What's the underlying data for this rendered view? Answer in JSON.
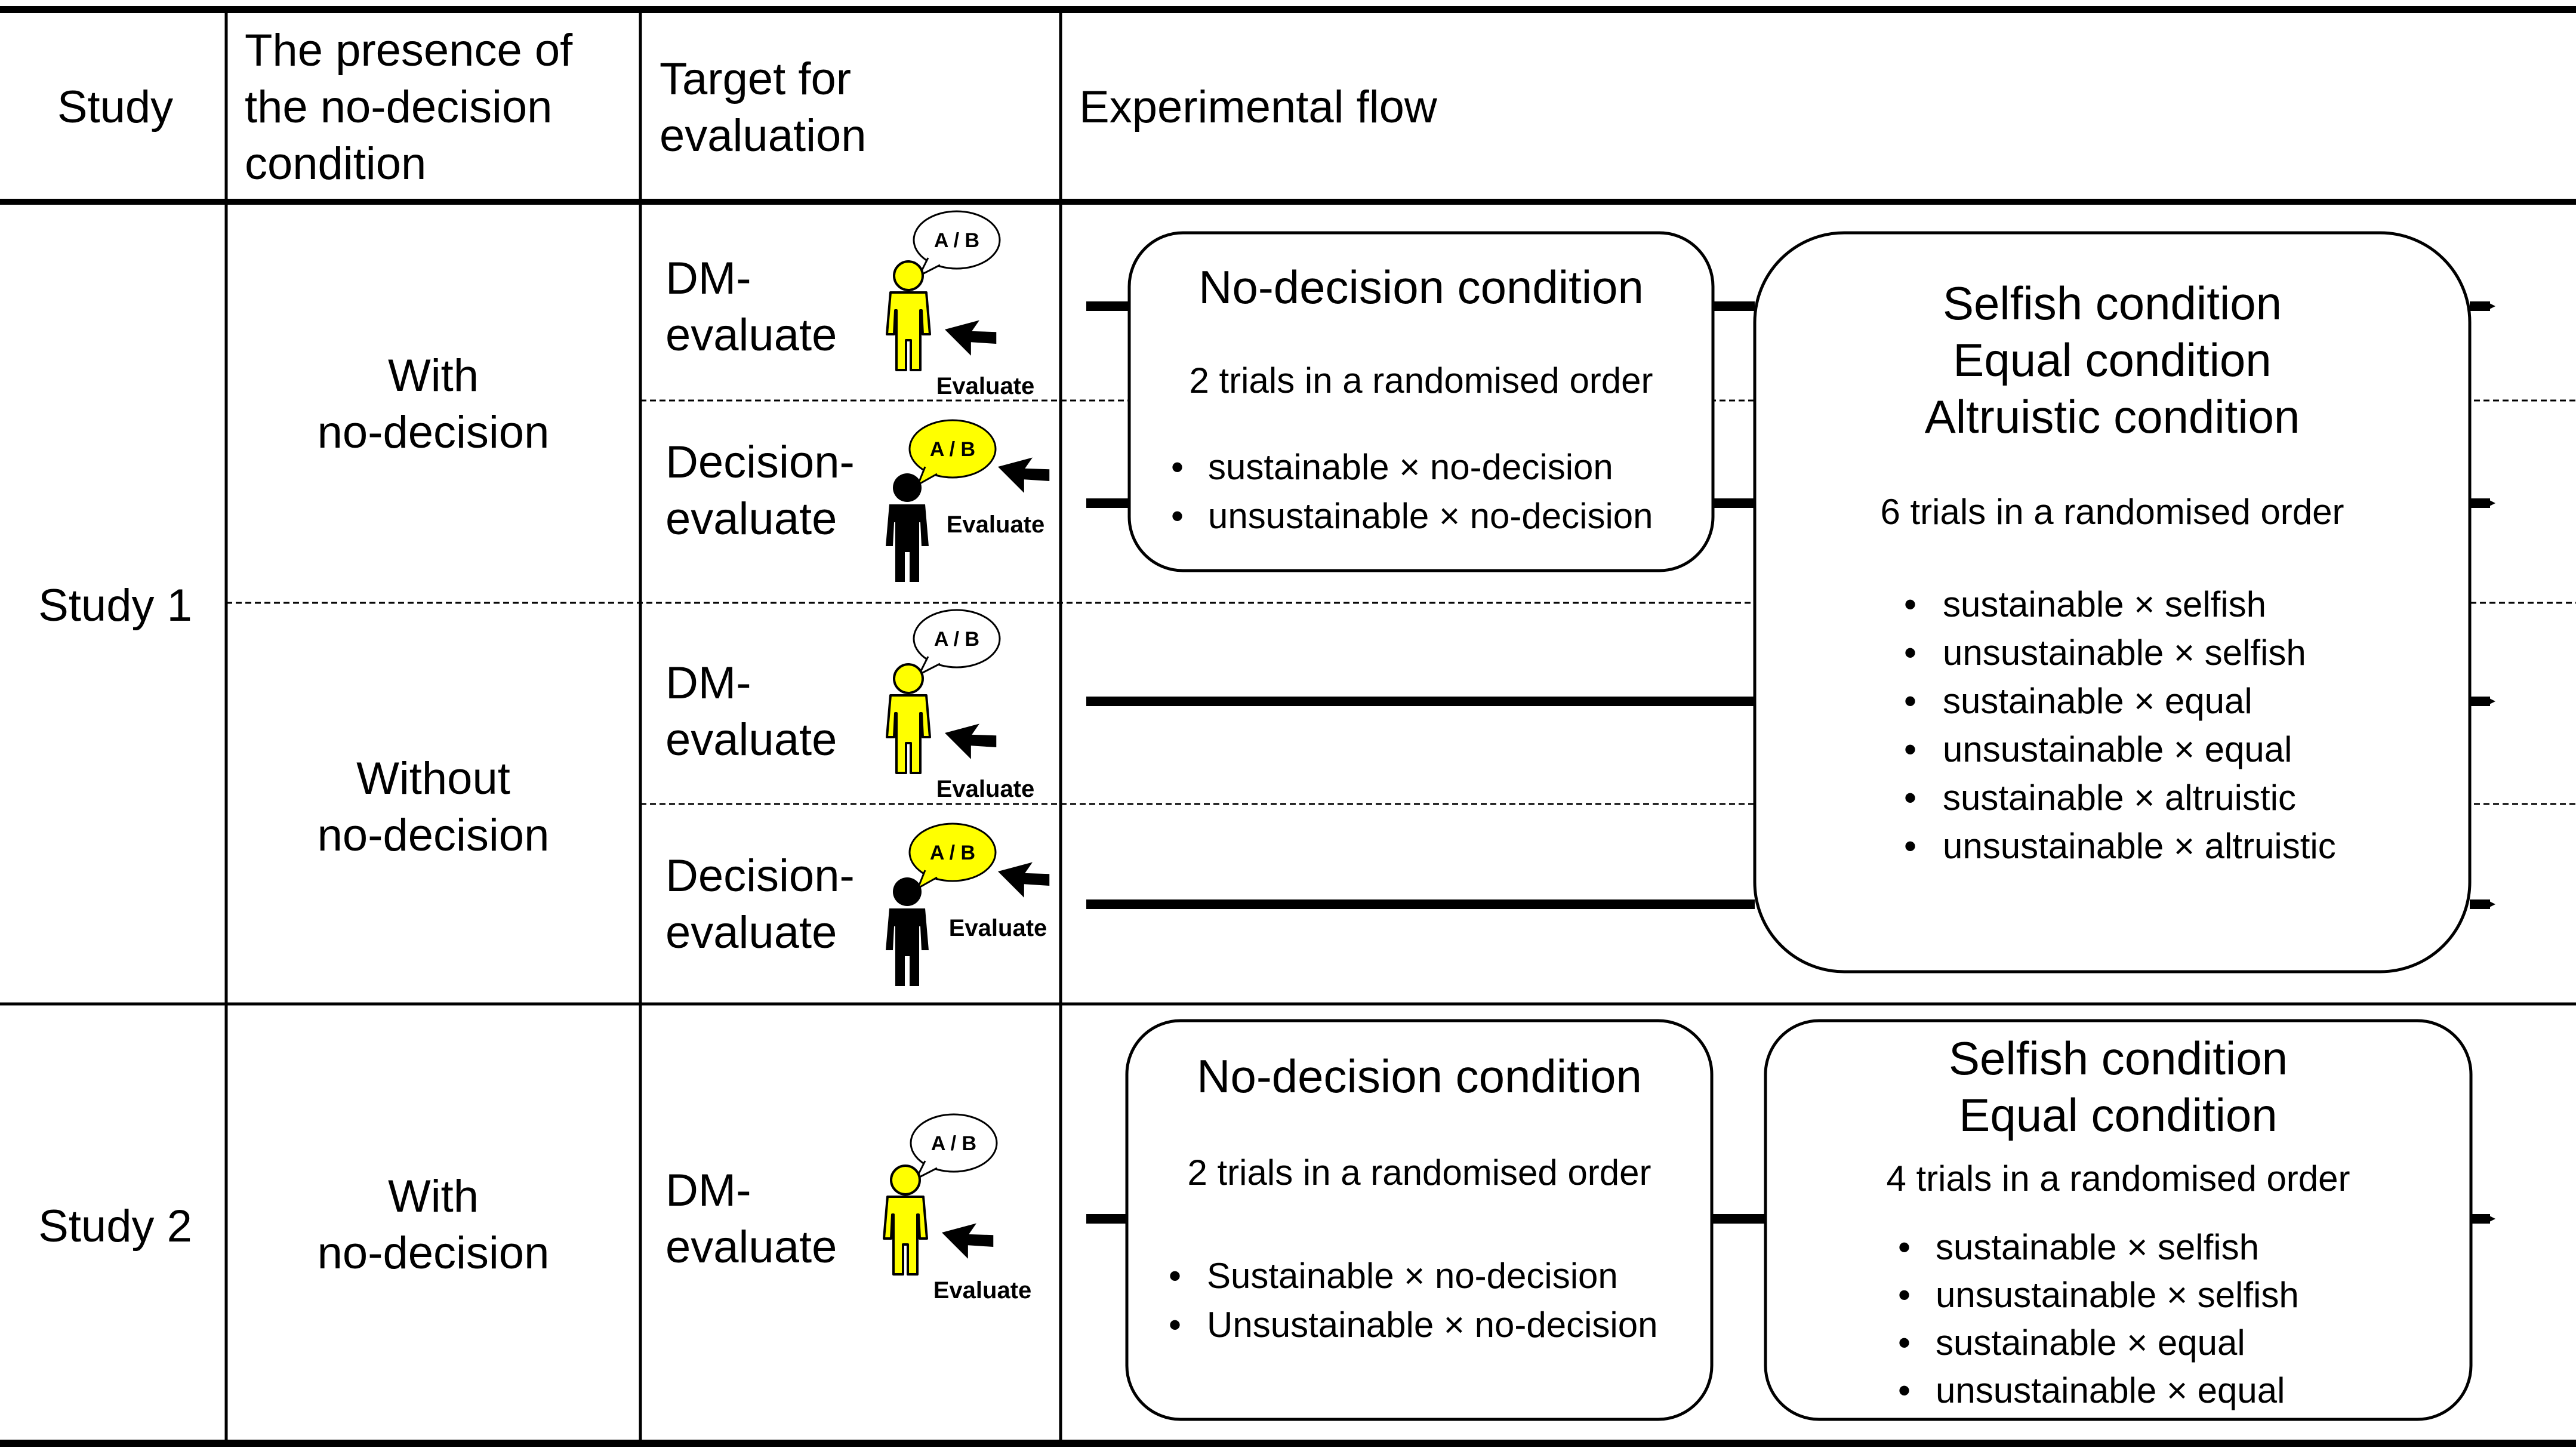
{
  "header": {
    "study": "Study",
    "presence": [
      "The presence of",
      "the no-decision",
      "condition"
    ],
    "target": [
      "Target for",
      "evaluation"
    ],
    "flow": "Experimental flow"
  },
  "studies": {
    "study1": "Study 1",
    "study2": "Study 2"
  },
  "presence": {
    "with": [
      "With",
      "no-decision"
    ],
    "without": [
      "Without",
      "no-decision"
    ]
  },
  "targets": {
    "dm": [
      "DM-",
      "evaluate"
    ],
    "decision": [
      "Decision-",
      "evaluate"
    ]
  },
  "icons": {
    "bubble": "A / B",
    "evaluate": "Evaluate",
    "dm_color": "#ffff00",
    "decision_color": "#000000"
  },
  "study1_nodecision": {
    "title": "No-decision condition",
    "subtitle": "2 trials in a randomised order",
    "items": [
      "sustainable × no-decision",
      "unsustainable × no-decision"
    ]
  },
  "study1_main": {
    "titles": [
      "Selfish condition",
      "Equal condition",
      "Altruistic condition"
    ],
    "subtitle": "6 trials in a randomised order",
    "items": [
      "sustainable × selfish",
      "unsustainable × selfish",
      "sustainable × equal",
      "unsustainable × equal",
      "sustainable × altruistic",
      "unsustainable × altruistic"
    ]
  },
  "study2_nodecision": {
    "title": "No-decision condition",
    "subtitle": "2 trials in a randomised order",
    "items": [
      "Sustainable × no-decision",
      "Unsustainable × no-decision"
    ]
  },
  "study2_main": {
    "titles": [
      "Selfish condition",
      "Equal condition"
    ],
    "subtitle": "4 trials in a randomised order",
    "items": [
      "sustainable × selfish",
      "unsustainable × selfish",
      "sustainable × equal",
      "unsustainable × equal"
    ]
  }
}
